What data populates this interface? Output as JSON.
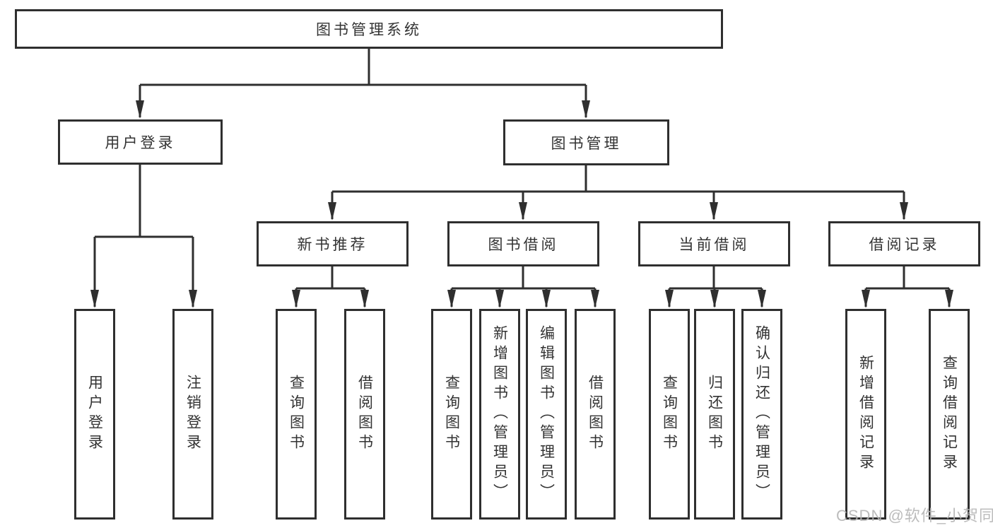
{
  "tree": {
    "root": "图书管理系统",
    "branches": [
      {
        "label": "用户登录",
        "children": [
          "用户登录",
          "注销登录"
        ]
      },
      {
        "label": "图书管理",
        "groups": [
          {
            "label": "新书推荐",
            "children": [
              "查询图书",
              "借阅图书"
            ]
          },
          {
            "label": "图书借阅",
            "children": [
              "查询图书",
              "新增图书（管理员）",
              "编辑图书（管理员）",
              "借阅图书"
            ]
          },
          {
            "label": "当前借阅",
            "children": [
              "查询图书",
              "归还图书",
              "确认归还（管理员）"
            ]
          },
          {
            "label": "借阅记录",
            "children": [
              "新增借阅记录",
              "查询借阅记录"
            ]
          }
        ]
      }
    ]
  },
  "watermark": {
    "text": "CSDN @软件_小贺同学"
  },
  "colors": {
    "line": "#2f2f2f",
    "box_border": "#2f2f2f",
    "text": "#333333",
    "watermark": "#b5b5b5",
    "background": "#ffffff"
  }
}
